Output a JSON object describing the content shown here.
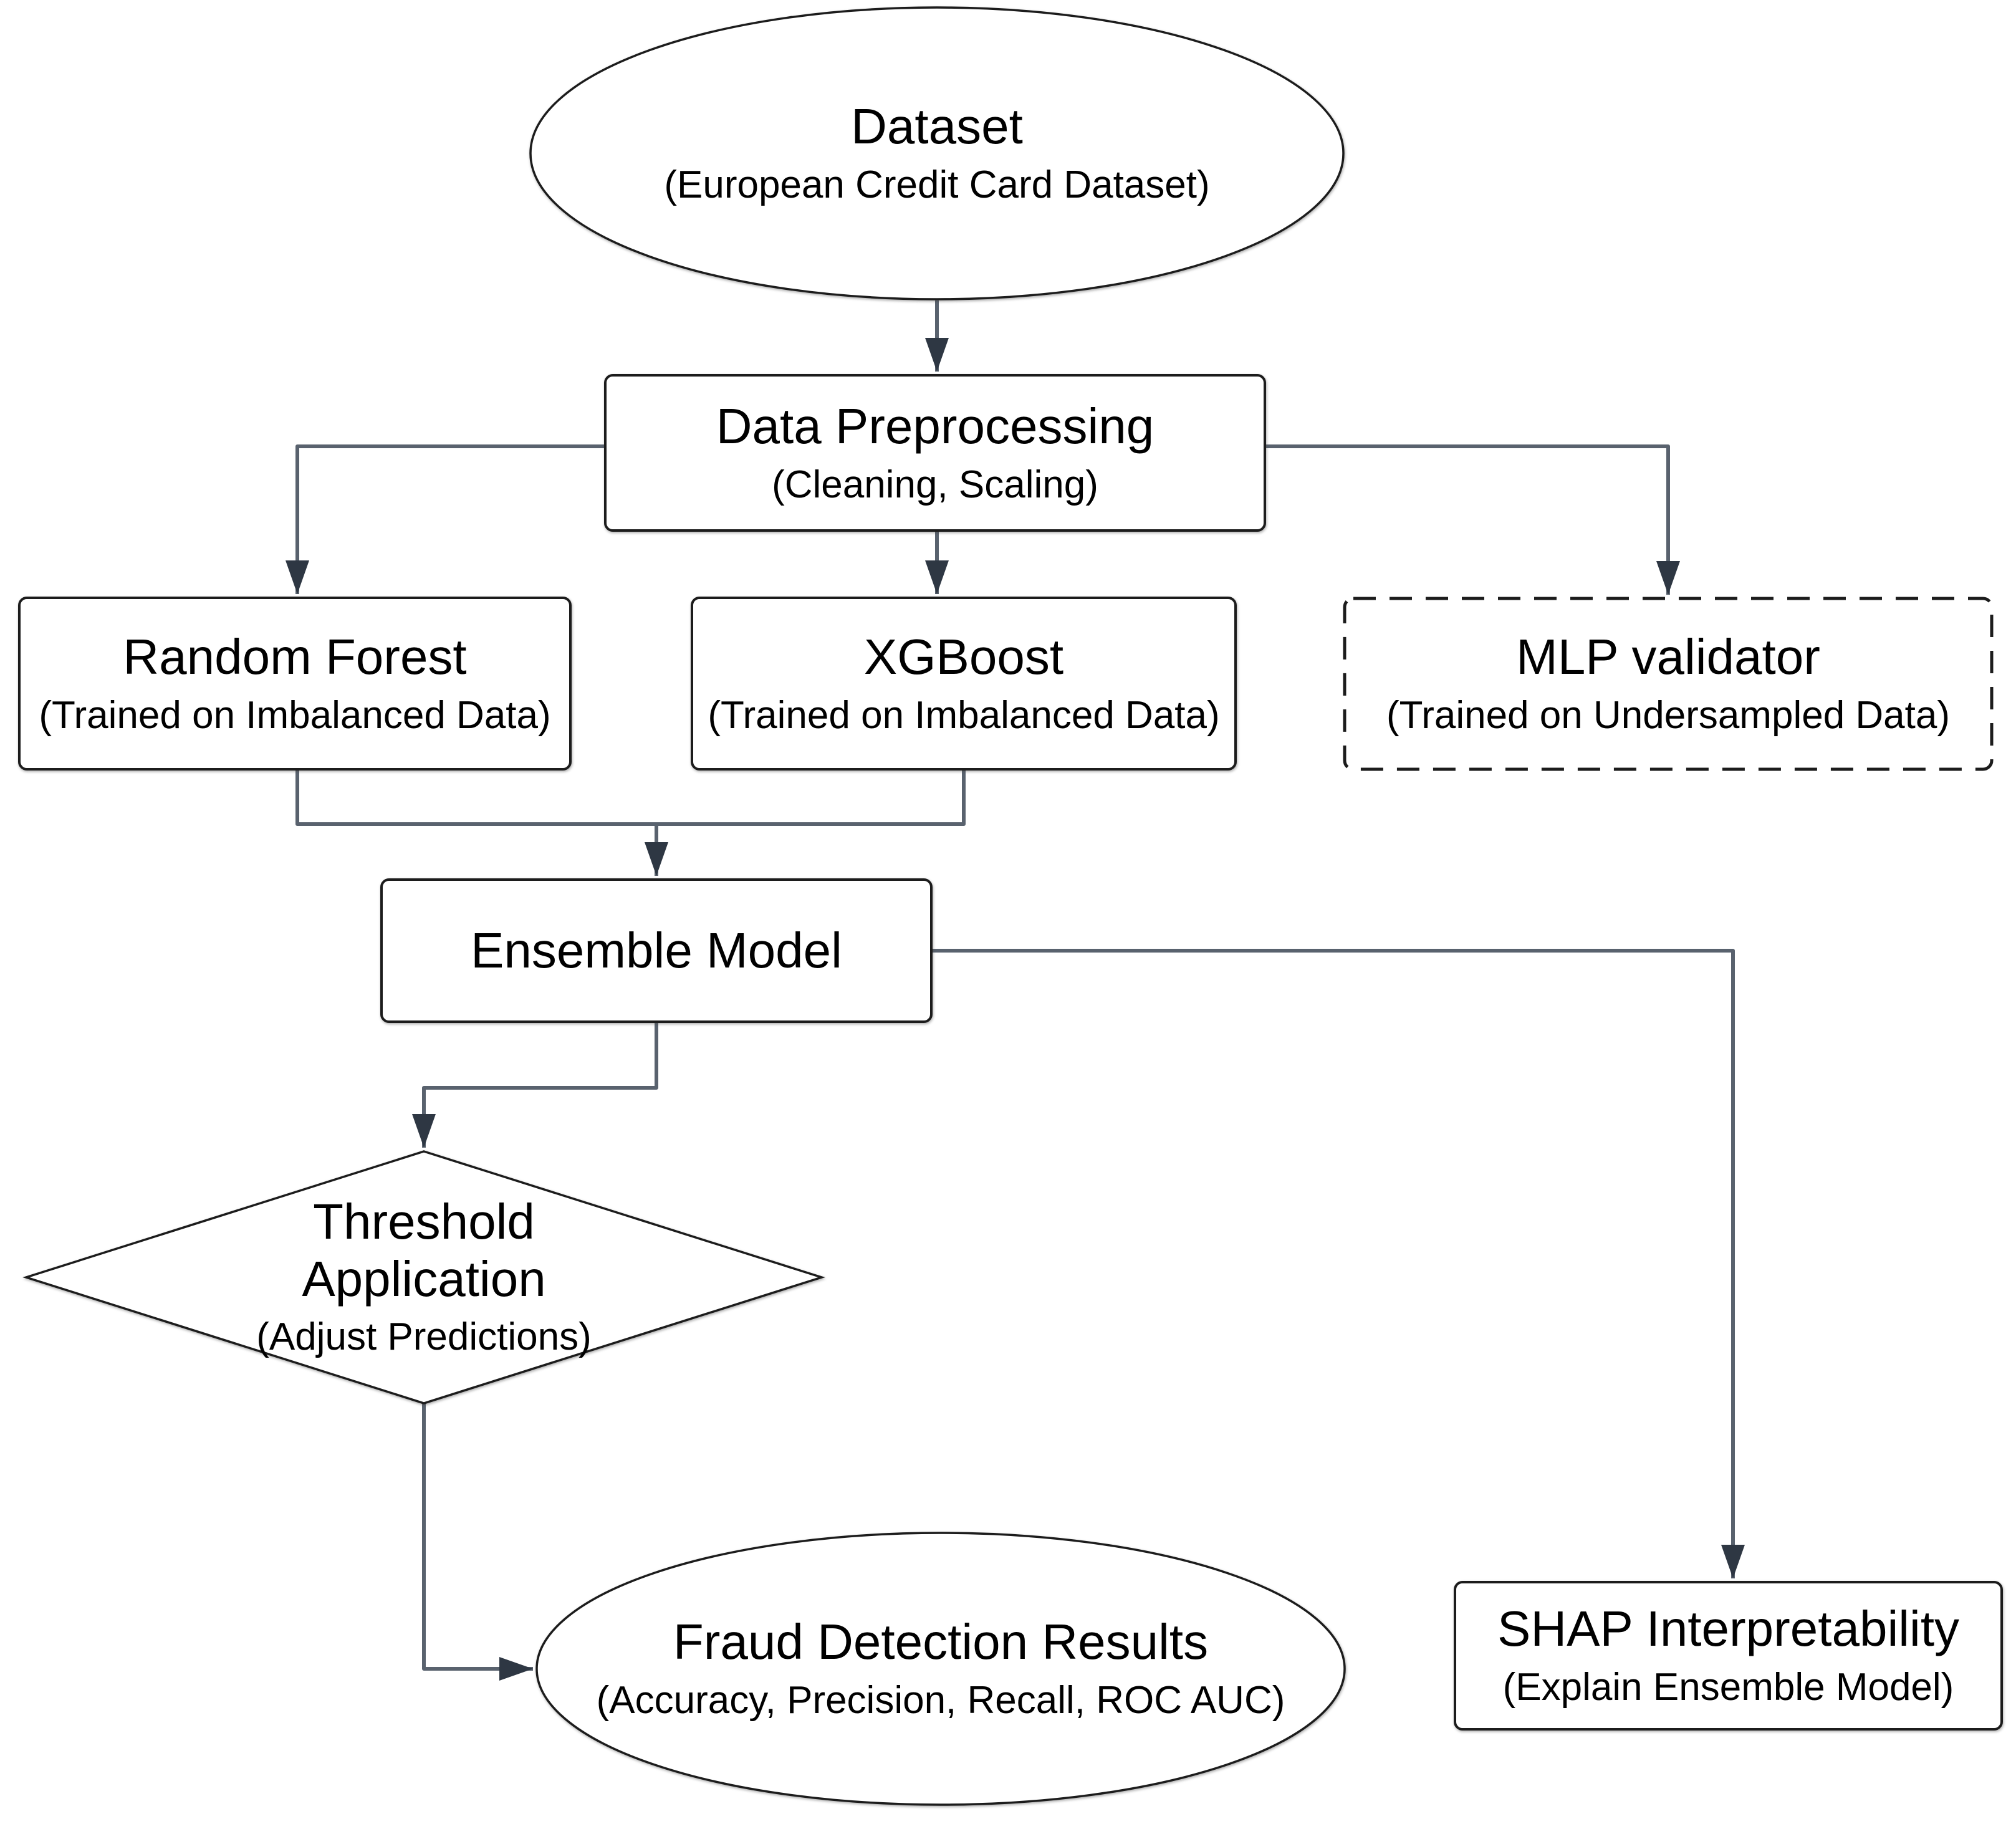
{
  "diagram": {
    "description": "Flowchart of a credit-card fraud detection ensemble pipeline",
    "colors": {
      "background": "#ffffff",
      "connector": "#59626e",
      "arrowhead": "#2e3743",
      "shape_border": "#1c1c1c",
      "text": "#000000"
    },
    "nodes": {
      "dataset": {
        "shape": "ellipse",
        "title": "Dataset",
        "subtitle": "(European Credit Card Dataset)"
      },
      "preprocessing": {
        "shape": "rectangle",
        "title": "Data Preprocessing",
        "subtitle": "(Cleaning, Scaling)"
      },
      "random_forest": {
        "shape": "rectangle",
        "title": "Random Forest",
        "subtitle": "(Trained on Imbalanced Data)"
      },
      "xgboost": {
        "shape": "rectangle",
        "title": "XGBoost",
        "subtitle": "(Trained on Imbalanced Data)"
      },
      "mlp_validator": {
        "shape": "dashed-rectangle",
        "title": "MLP validator",
        "subtitle": "(Trained on Undersampled Data)"
      },
      "ensemble": {
        "shape": "rectangle",
        "title": "Ensemble Model"
      },
      "threshold": {
        "shape": "diamond",
        "title_line1": "Threshold",
        "title_line2": "Application",
        "subtitle": "(Adjust Predictions)"
      },
      "results": {
        "shape": "ellipse",
        "title": "Fraud Detection Results",
        "subtitle": "(Accuracy, Precision, Recall, ROC AUC)"
      },
      "shap": {
        "shape": "rectangle",
        "title": "SHAP Interpretability",
        "subtitle": "(Explain Ensemble Model)"
      }
    }
  }
}
